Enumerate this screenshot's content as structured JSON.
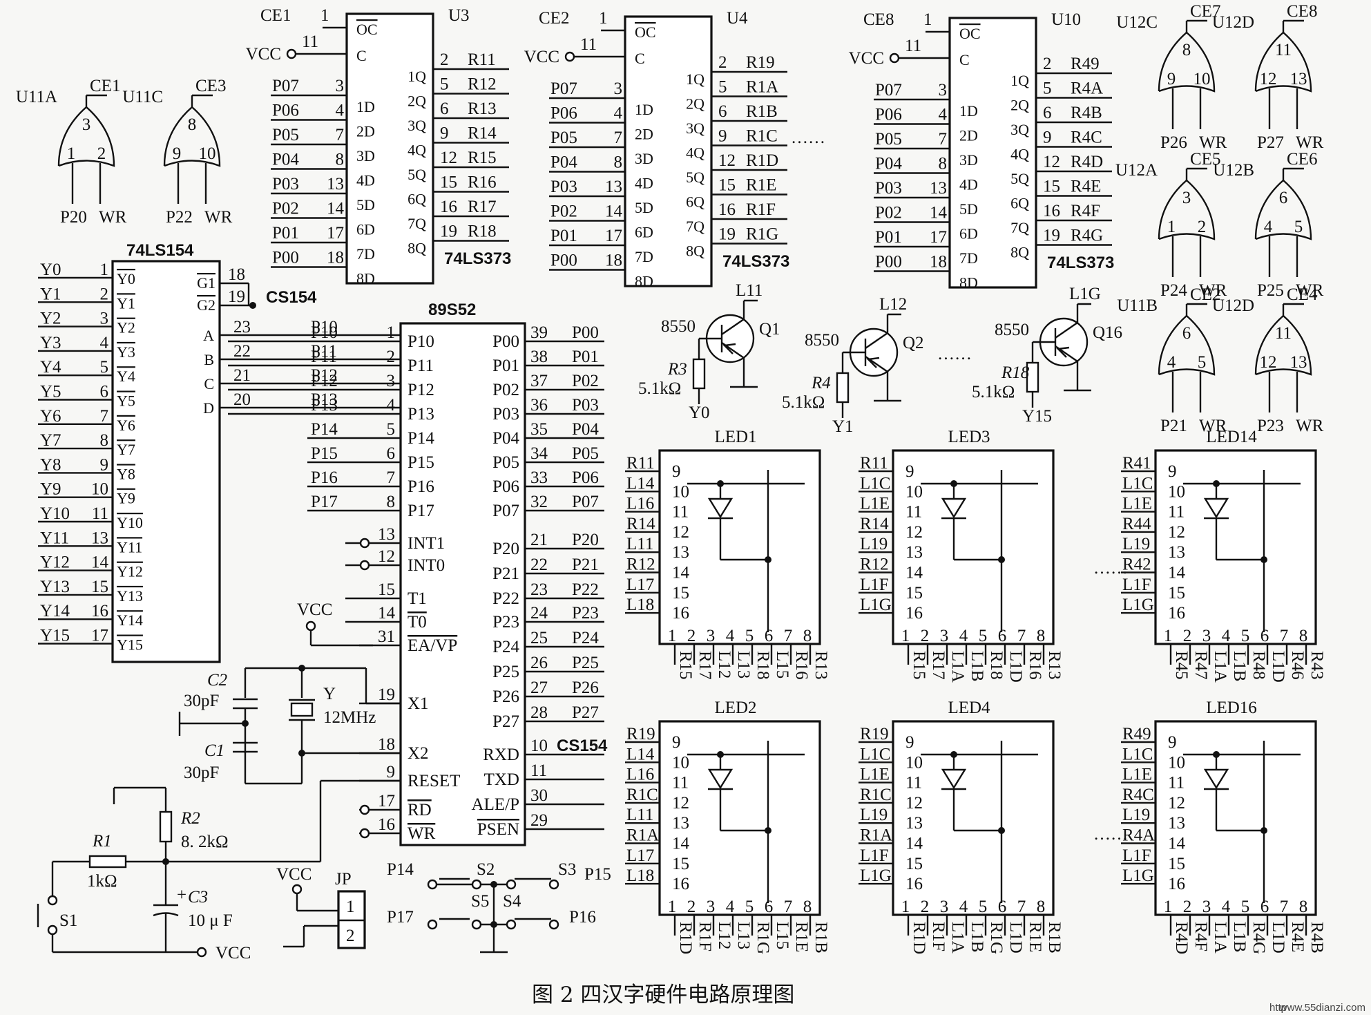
{
  "caption": "图 2 四汉字硬件电路原理图",
  "watermark": "www.55dianzi.com",
  "watermark_prefix": "http",
  "chip154": {
    "name": "74LS154",
    "g1": "G1",
    "g2": "G2",
    "g1_pin": "18",
    "g2_pin": "19",
    "g2_net": "CS154",
    "inputs": [
      [
        "A",
        "23",
        "P10"
      ],
      [
        "B",
        "22",
        "P11"
      ],
      [
        "C",
        "21",
        "P12"
      ],
      [
        "D",
        "20",
        "P13"
      ]
    ],
    "outputs": [
      [
        "Y0",
        "1",
        "Y0"
      ],
      [
        "Y1",
        "2",
        "Y1"
      ],
      [
        "Y2",
        "3",
        "Y2"
      ],
      [
        "Y3",
        "4",
        "Y3"
      ],
      [
        "Y4",
        "5",
        "Y4"
      ],
      [
        "Y5",
        "6",
        "Y5"
      ],
      [
        "Y6",
        "7",
        "Y6"
      ],
      [
        "Y7",
        "8",
        "Y7"
      ],
      [
        "Y8",
        "9",
        "Y8"
      ],
      [
        "Y9",
        "10",
        "Y9"
      ],
      [
        "Y10",
        "11",
        "Y10"
      ],
      [
        "Y11",
        "13",
        "Y11"
      ],
      [
        "Y12",
        "14",
        "Y12"
      ],
      [
        "Y13",
        "15",
        "Y13"
      ],
      [
        "Y14",
        "16",
        "Y14"
      ],
      [
        "Y15",
        "17",
        "Y15"
      ]
    ]
  },
  "latches": [
    {
      "id": "U3",
      "type": "74LS373",
      "ce": "CE1",
      "vcc": "VCC",
      "inputs": [
        [
          "P07",
          "3"
        ],
        [
          "P06",
          "4"
        ],
        [
          "P05",
          "7"
        ],
        [
          "P04",
          "8"
        ],
        [
          "P03",
          "13"
        ],
        [
          "P02",
          "14"
        ],
        [
          "P01",
          "17"
        ],
        [
          "P00",
          "18"
        ]
      ],
      "outputs": [
        [
          "2",
          "R11"
        ],
        [
          "5",
          "R12"
        ],
        [
          "6",
          "R13"
        ],
        [
          "9",
          "R14"
        ],
        [
          "12",
          "R15"
        ],
        [
          "15",
          "R16"
        ],
        [
          "16",
          "R17"
        ],
        [
          "19",
          "R18"
        ]
      ]
    },
    {
      "id": "U4",
      "type": "74LS373",
      "ce": "CE2",
      "vcc": "VCC",
      "inputs": [
        [
          "P07",
          "3"
        ],
        [
          "P06",
          "4"
        ],
        [
          "P05",
          "7"
        ],
        [
          "P04",
          "8"
        ],
        [
          "P03",
          "13"
        ],
        [
          "P02",
          "14"
        ],
        [
          "P01",
          "17"
        ],
        [
          "P00",
          "18"
        ]
      ],
      "outputs": [
        [
          "2",
          "R19"
        ],
        [
          "5",
          "R1A"
        ],
        [
          "6",
          "R1B"
        ],
        [
          "9",
          "R1C"
        ],
        [
          "12",
          "R1D"
        ],
        [
          "15",
          "R1E"
        ],
        [
          "16",
          "R1F"
        ],
        [
          "19",
          "R1G"
        ]
      ]
    },
    {
      "id": "U10",
      "type": "74LS373",
      "ce": "CE8",
      "vcc": "VCC",
      "inputs": [
        [
          "P07",
          "3"
        ],
        [
          "P06",
          "4"
        ],
        [
          "P05",
          "7"
        ],
        [
          "P04",
          "8"
        ],
        [
          "P03",
          "13"
        ],
        [
          "P02",
          "14"
        ],
        [
          "P01",
          "17"
        ],
        [
          "P00",
          "18"
        ]
      ],
      "outputs": [
        [
          "2",
          "R49"
        ],
        [
          "5",
          "R4A"
        ],
        [
          "6",
          "R4B"
        ],
        [
          "9",
          "R4C"
        ],
        [
          "12",
          "R4D"
        ],
        [
          "15",
          "R4E"
        ],
        [
          "16",
          "R4F"
        ],
        [
          "19",
          "R4G"
        ]
      ]
    }
  ],
  "latch_pin_labels": {
    "oc": "OC",
    "c": "C",
    "oc_pin": "1",
    "c_pin": "11",
    "d": [
      "1D",
      "2D",
      "3D",
      "4D",
      "5D",
      "6D",
      "7D",
      "8D"
    ],
    "q": [
      "1Q",
      "2Q",
      "3Q",
      "4Q",
      "5Q",
      "6Q",
      "7Q",
      "8Q"
    ]
  },
  "gates": [
    {
      "id": "U11A",
      "out": "CE1",
      "pins": [
        "3",
        "1",
        "2"
      ],
      "in": [
        "P20",
        "WR"
      ]
    },
    {
      "id": "U11C",
      "out": "CE3",
      "pins": [
        "8",
        "9",
        "10"
      ],
      "in": [
        "P22",
        "WR"
      ]
    },
    {
      "id": "U12C",
      "out": "CE7",
      "pins": [
        "8",
        "9",
        "10"
      ],
      "in": [
        "P26",
        "WR"
      ]
    },
    {
      "id": "U12D",
      "out": "CE8",
      "pins": [
        "11",
        "12",
        "13"
      ],
      "in": [
        "P27",
        "WR"
      ]
    },
    {
      "id": "U12A",
      "out": "CE5",
      "pins": [
        "3",
        "1",
        "2"
      ],
      "in": [
        "P24",
        "WR"
      ]
    },
    {
      "id": "U12B",
      "out": "CE6",
      "pins": [
        "6",
        "4",
        "5"
      ],
      "in": [
        "P25",
        "WR"
      ]
    },
    {
      "id": "U11B",
      "out": "CE2",
      "pins": [
        "6",
        "4",
        "5"
      ],
      "in": [
        "P21",
        "WR"
      ]
    },
    {
      "id": "U12D",
      "out": "CE4",
      "pins": [
        "11",
        "12",
        "13"
      ],
      "in": [
        "P23",
        "WR"
      ]
    }
  ],
  "mcu": {
    "name": "89S52",
    "left": [
      [
        "P10",
        "1",
        "P10"
      ],
      [
        "P11",
        "2",
        "P11"
      ],
      [
        "P12",
        "3",
        "P12"
      ],
      [
        "P13",
        "4",
        "P13"
      ],
      [
        "P14",
        "5",
        "P14"
      ],
      [
        "P15",
        "6",
        "P15"
      ],
      [
        "P16",
        "7",
        "P16"
      ],
      [
        "P17",
        "8",
        "P17"
      ],
      [
        "INT1",
        "13",
        ""
      ],
      [
        "INT0",
        "12",
        ""
      ],
      [
        "T1",
        "15",
        ""
      ],
      [
        "T0",
        "14",
        ""
      ],
      [
        "EA/VP",
        "31",
        ""
      ],
      [
        "X1",
        "19",
        ""
      ],
      [
        "X2",
        "18",
        ""
      ],
      [
        "RESET",
        "9",
        ""
      ],
      [
        "RD",
        "17",
        ""
      ],
      [
        "WR",
        "16",
        ""
      ]
    ],
    "right": [
      [
        "P00",
        "39",
        "P00"
      ],
      [
        "P01",
        "38",
        "P01"
      ],
      [
        "P02",
        "37",
        "P02"
      ],
      [
        "P03",
        "36",
        "P03"
      ],
      [
        "P04",
        "35",
        "P04"
      ],
      [
        "P05",
        "34",
        "P05"
      ],
      [
        "P06",
        "33",
        "P06"
      ],
      [
        "P07",
        "32",
        "P07"
      ],
      [
        "P20",
        "21",
        "P20"
      ],
      [
        "P21",
        "22",
        "P21"
      ],
      [
        "P22",
        "23",
        "P22"
      ],
      [
        "P23",
        "24",
        "P23"
      ],
      [
        "P24",
        "25",
        "P24"
      ],
      [
        "P25",
        "26",
        "P25"
      ],
      [
        "P26",
        "27",
        "P26"
      ],
      [
        "P27",
        "28",
        "P27"
      ],
      [
        "RXD",
        "10",
        "CS154"
      ],
      [
        "TXD",
        "11",
        ""
      ],
      [
        "ALE/P",
        "30",
        ""
      ],
      [
        "PSEN",
        "29",
        ""
      ]
    ]
  },
  "transistors": [
    {
      "id": "Q1",
      "model": "8550",
      "coll": "L11",
      "res": "R3",
      "val": "5.1kΩ",
      "base": "Y0"
    },
    {
      "id": "Q2",
      "model": "8550",
      "coll": "L12",
      "res": "R4",
      "val": "5.1kΩ",
      "base": "Y1"
    },
    {
      "id": "Q16",
      "model": "8550",
      "coll": "L1G",
      "res": "R18",
      "val": "5.1kΩ",
      "base": "Y15"
    }
  ],
  "leds": [
    {
      "name": "LED1",
      "left": [
        "R11",
        "L14",
        "L16",
        "R14",
        "L11",
        "R12",
        "L17",
        "L18"
      ],
      "bottom": [
        "R15",
        "R17",
        "L12",
        "L13",
        "R18",
        "L15",
        "R16",
        "R13"
      ]
    },
    {
      "name": "LED3",
      "left": [
        "R11",
        "L1C",
        "L1E",
        "R14",
        "L19",
        "R12",
        "L1F",
        "L1G"
      ],
      "bottom": [
        "R15",
        "R17",
        "L1A",
        "L1B",
        "R18",
        "L1D",
        "R16",
        "R13"
      ]
    },
    {
      "name": "LED14",
      "left": [
        "R41",
        "L1C",
        "L1E",
        "R44",
        "L19",
        "R42",
        "L1F",
        "L1G"
      ],
      "bottom": [
        "R45",
        "R47",
        "L1A",
        "L1B",
        "R48",
        "L1D",
        "R46",
        "R43"
      ]
    },
    {
      "name": "LED2",
      "left": [
        "R19",
        "L14",
        "L16",
        "R1C",
        "L11",
        "R1A",
        "L17",
        "L18"
      ],
      "bottom": [
        "R1D",
        "R1F",
        "L12",
        "L13",
        "R1G",
        "L15",
        "R1E",
        "R1B"
      ]
    },
    {
      "name": "LED4",
      "left": [
        "R19",
        "L1C",
        "L1E",
        "R1C",
        "L19",
        "R1A",
        "L1F",
        "L1G"
      ],
      "bottom": [
        "R1D",
        "R1F",
        "L1A",
        "L1B",
        "R1G",
        "L1D",
        "R1E",
        "R1B"
      ]
    },
    {
      "name": "LED16",
      "left": [
        "R49",
        "L1C",
        "L1E",
        "R4C",
        "L19",
        "R4A",
        "L1F",
        "L1G"
      ],
      "bottom": [
        "R4D",
        "R4F",
        "L1A",
        "L1B",
        "R4G",
        "L1D",
        "R4E",
        "R4B"
      ]
    }
  ],
  "led_pins": {
    "left": [
      "9",
      "10",
      "11",
      "12",
      "13",
      "14",
      "15",
      "16"
    ],
    "bottom": [
      "1",
      "2",
      "3",
      "4",
      "5",
      "6",
      "7",
      "8"
    ]
  },
  "parts": {
    "c2": "C2",
    "c2v": "30pF",
    "c1": "C1",
    "c1v": "30pF",
    "y": "Y",
    "yv": "12MHz",
    "r2": "R2",
    "r2v": "8. 2kΩ",
    "r1": "R1",
    "r1v": "1kΩ",
    "c3": "C3",
    "c3v": "10 μ F",
    "c3p": "+",
    "s1": "S1",
    "jp": "JP",
    "jp1": "1",
    "jp2": "2",
    "vcc": "VCC",
    "s2": "S2",
    "s3": "S3",
    "s4": "S4",
    "s5": "S5",
    "p14": "P14",
    "p15": "P15",
    "p16": "P16",
    "p17": "P17"
  },
  "ellipsis": "……"
}
